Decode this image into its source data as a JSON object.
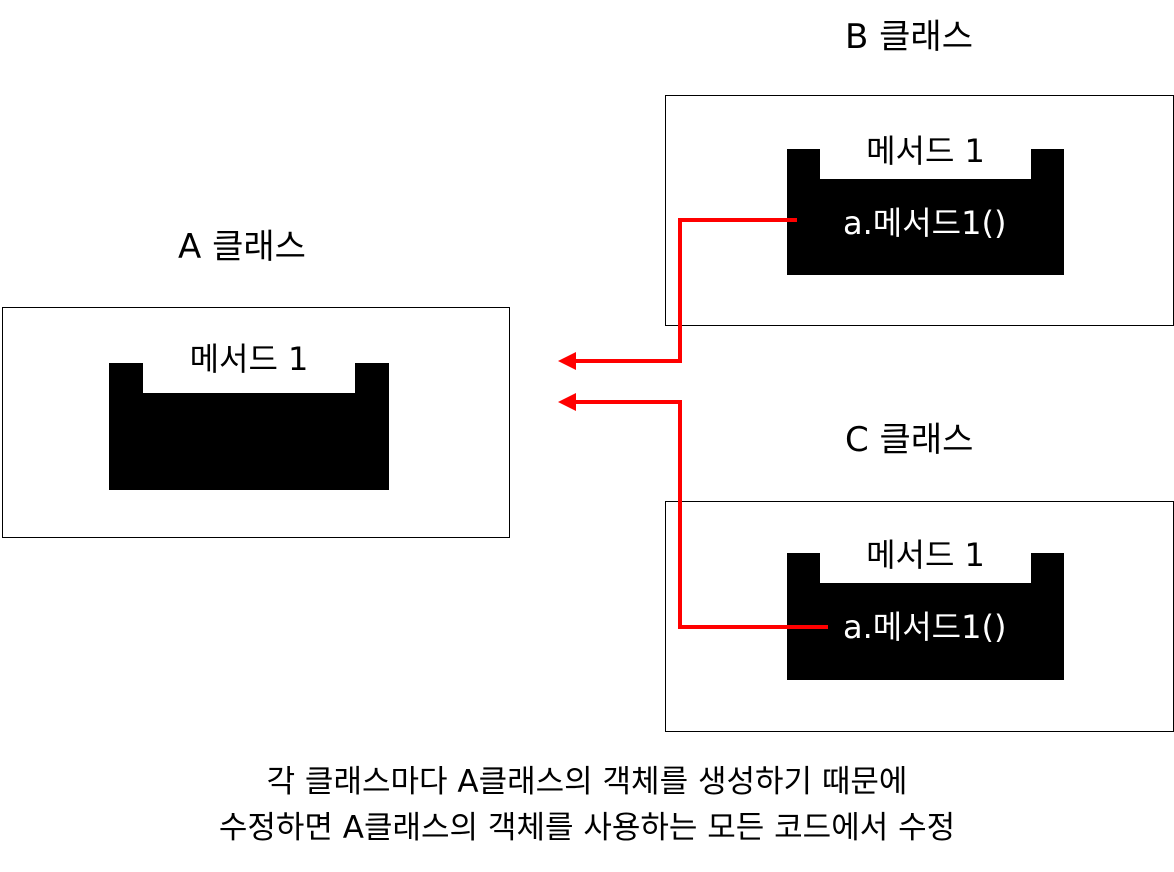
{
  "class_a": {
    "title": "A 클래스",
    "method": "메서드 1"
  },
  "class_b": {
    "title": "B 클래스",
    "method": "메서드 1",
    "call": "a.메서드1()"
  },
  "class_c": {
    "title": "C 클래스",
    "method": "메서드 1",
    "call": "a.메서드1()"
  },
  "caption": {
    "line1": "각 클래스마다 A클래스의 객체를 생성하기 때문에",
    "line2": "수정하면 A클래스의 객체를 사용하는 모든 코드에서 수정"
  },
  "colors": {
    "arrow": "#ff0000",
    "method_fill": "#000000",
    "border": "#000000"
  }
}
